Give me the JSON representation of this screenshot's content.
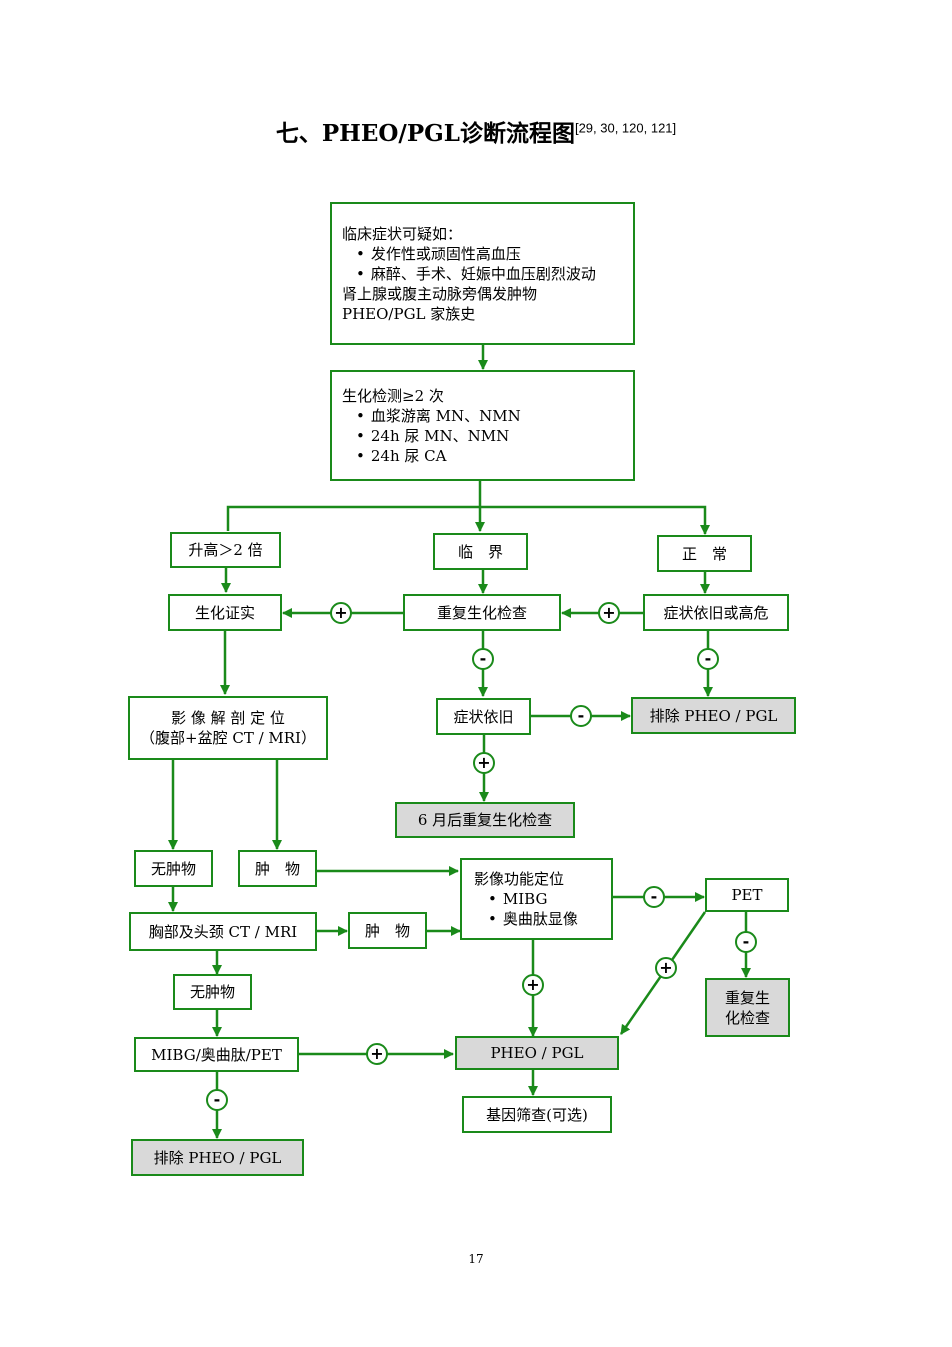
{
  "title": {
    "text": "七、PHEO/PGL诊断流程图",
    "refs": "[29, 30, 120, 121]"
  },
  "boxes": {
    "clinical": {
      "heading": "临床症状可疑如：",
      "items": [
        "发作性或顽固性高血压",
        "麻醉、手术、妊娠中血压剧烈波动"
      ],
      "lines": [
        "肾上腺或腹主动脉旁偶发肿物",
        "PHEO/PGL 家族史"
      ]
    },
    "biochem": {
      "heading": "生化检测≥2 次",
      "items": [
        "血浆游离 MN、NMN",
        "24h 尿 MN、NMN",
        "24h 尿 CA"
      ]
    },
    "elevated": "升高＞2 倍",
    "borderline": "临　界",
    "normal": "正　常",
    "confirmed": "生化证实",
    "repeat_biochem": "重复生化检查",
    "symptoms_high_risk": "症状依旧或高危",
    "imaging_anat": {
      "line1": "影 像 解 剖 定 位",
      "line2": "（腹部+盆腔 CT / MRI）"
    },
    "symptoms_persist": "症状依旧",
    "exclude_top": "排除 PHEO / PGL",
    "repeat_6m": "6 月后重复生化检查",
    "no_tumor_1": "无肿物",
    "tumor_1": "肿　物",
    "functional": {
      "heading": "影像功能定位",
      "items": [
        "MIBG",
        "奥曲肽显像"
      ]
    },
    "pet": "PET",
    "chest_ct": "胸部及头颈 CT / MRI",
    "tumor_2": "肿　物",
    "no_tumor_2": "无肿物",
    "repeat_biochem_2": "重复生化检查",
    "mibg_pet": "MIBG/奥曲肽/PET",
    "pheo_pgl": "PHEO / PGL",
    "gene": "基因筛查(可选)",
    "exclude_bottom": "排除 PHEO / PGL"
  },
  "signs": {
    "plus": "+",
    "minus": "-"
  },
  "colors": {
    "line": "#1a8a1a",
    "gray_fill": "#d9d9d9"
  },
  "page_number": "17"
}
